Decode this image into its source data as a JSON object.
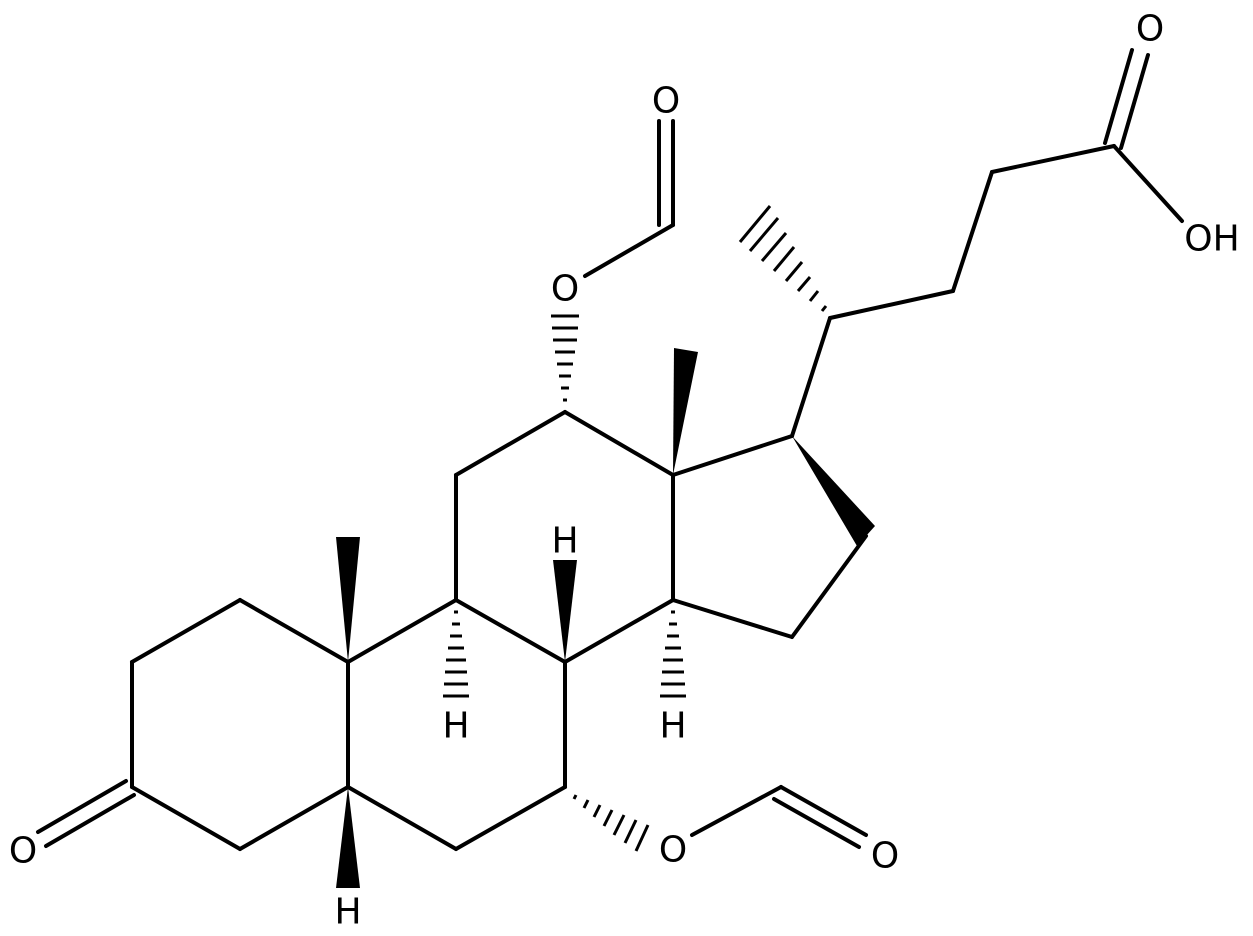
{
  "molecule": {
    "atom_labels": {
      "o_formyl12_carbonyl": "O",
      "o_formyl12_ester": "O",
      "o_acid_carbonyl": "O",
      "acid_hydroxyl": "OH",
      "h_c8": "H",
      "h_c9": "H",
      "h_c14": "H",
      "o_ketone": "O",
      "h_c5": "H",
      "o_formyl7_ester": "O",
      "o_formyl7_carbonyl": "O"
    }
  }
}
